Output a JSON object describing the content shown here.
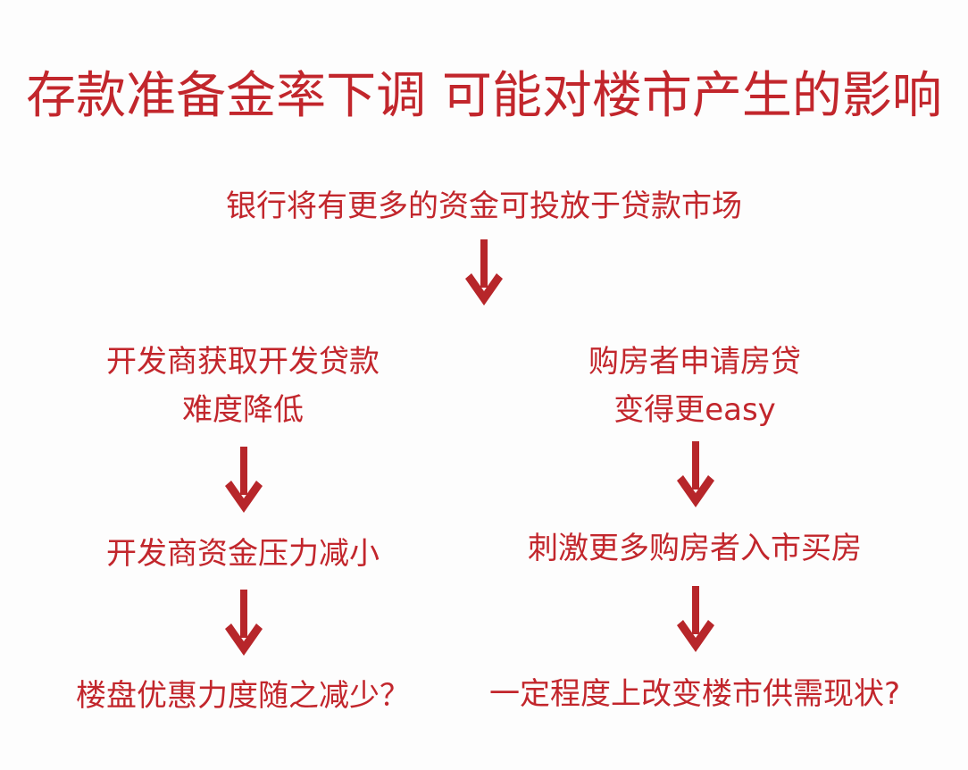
{
  "title": "存款准备金率下调 可能对楼市产生的影响",
  "colors": {
    "text": "#c2262c",
    "arrow": "#b7262a",
    "background": "#fdfdfd"
  },
  "root": {
    "text": "银行将有更多的资金可投放于贷款市场"
  },
  "left_branch": {
    "step1": {
      "line1": "开发商获取开发贷款",
      "line2": "难度降低"
    },
    "step2": "开发商资金压力减小",
    "step3": "楼盘优惠力度随之减少？"
  },
  "right_branch": {
    "step1": {
      "line1": "购房者申请房贷",
      "line2": "变得更easy"
    },
    "step2": "刺激更多购房者入市买房",
    "step3": "一定程度上改变楼市供需现状?"
  },
  "icons": {
    "arrow": "arrow-down-icon"
  }
}
